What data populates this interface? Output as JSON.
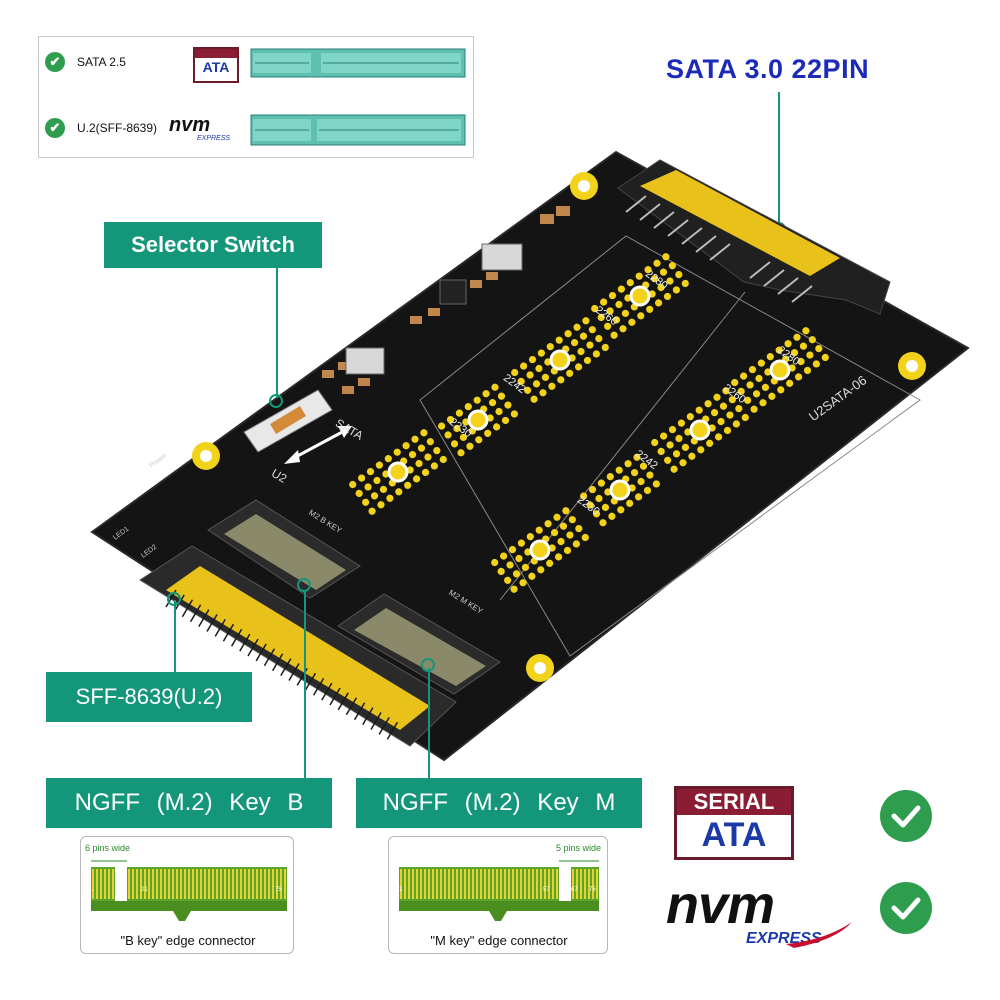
{
  "legend": {
    "rows": [
      {
        "check": "✔",
        "label": "SATA 2.5",
        "logo": "SERIAL ATA"
      },
      {
        "check": "✔",
        "label": "U.2(SFF-8639)",
        "logo": "nvm EXPRESS"
      }
    ]
  },
  "callouts": {
    "sata": "SATA 3.0 22PIN",
    "selector": "Selector Switch",
    "sff": "SFF-8639(U.2)",
    "key_b": "NGFF (M.2) Key B",
    "key_m": "NGFF (M.2) Key M"
  },
  "board": {
    "model": "U2SATA-06",
    "switch_top": "SATA",
    "switch_bottom": "U2",
    "slot_b_label": "M2 B KEY",
    "slot_m_label": "M2 M KEY",
    "left_sizes": [
      "2230",
      "2242",
      "2260",
      "2280"
    ],
    "right_sizes": [
      "2230",
      "2242",
      "2260",
      "2280"
    ],
    "power_label": "Power",
    "led_labels": [
      "LED1",
      "LED2"
    ]
  },
  "key_cards": {
    "b": {
      "pins_note": "6 pins wide",
      "pin_numbers": [
        "1",
        "11",
        "21",
        "75"
      ],
      "caption": "\"B key\" edge connector"
    },
    "m": {
      "pins_note": "5 pins wide",
      "pin_numbers": [
        "1",
        "57",
        "67",
        "75"
      ],
      "caption": "\"M key\" edge connector"
    }
  },
  "logos": {
    "sata_top": "SERIAL",
    "sata_bottom": "ATA",
    "nvm": "nvm",
    "nvm_sub": "EXPRESS"
  },
  "colors": {
    "callout": "#13967a",
    "sata_title": "#1b2bb8",
    "check": "#2e9e4e",
    "pcb": "#111111",
    "gold": "#f2d21a"
  }
}
